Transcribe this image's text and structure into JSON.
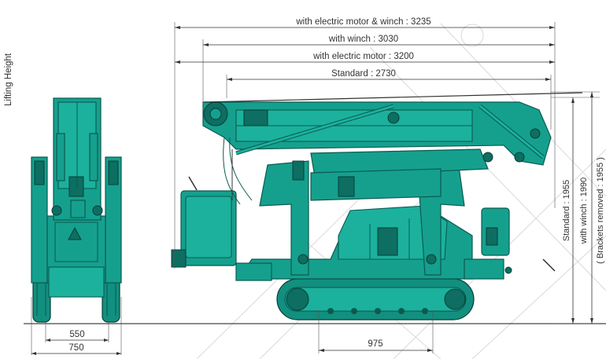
{
  "side_title": "Lifting Height",
  "dimensions": {
    "length_motor_winch": "with electric motor & winch : 3235",
    "length_winch": "with winch : 3030",
    "length_motor": "with electric motor : 3200",
    "length_standard": "Standard : 2730",
    "height_standard": "Standard : 1955",
    "height_winch": "with winch : 1990",
    "height_brackets": "( Brackets removed : 1955 )",
    "width_inner": "550",
    "width_outer": "750",
    "track_length": "975"
  },
  "colors": {
    "machine_body": "#15a08e",
    "machine_outline": "#0b5a50",
    "dimension_line": "#333333"
  }
}
